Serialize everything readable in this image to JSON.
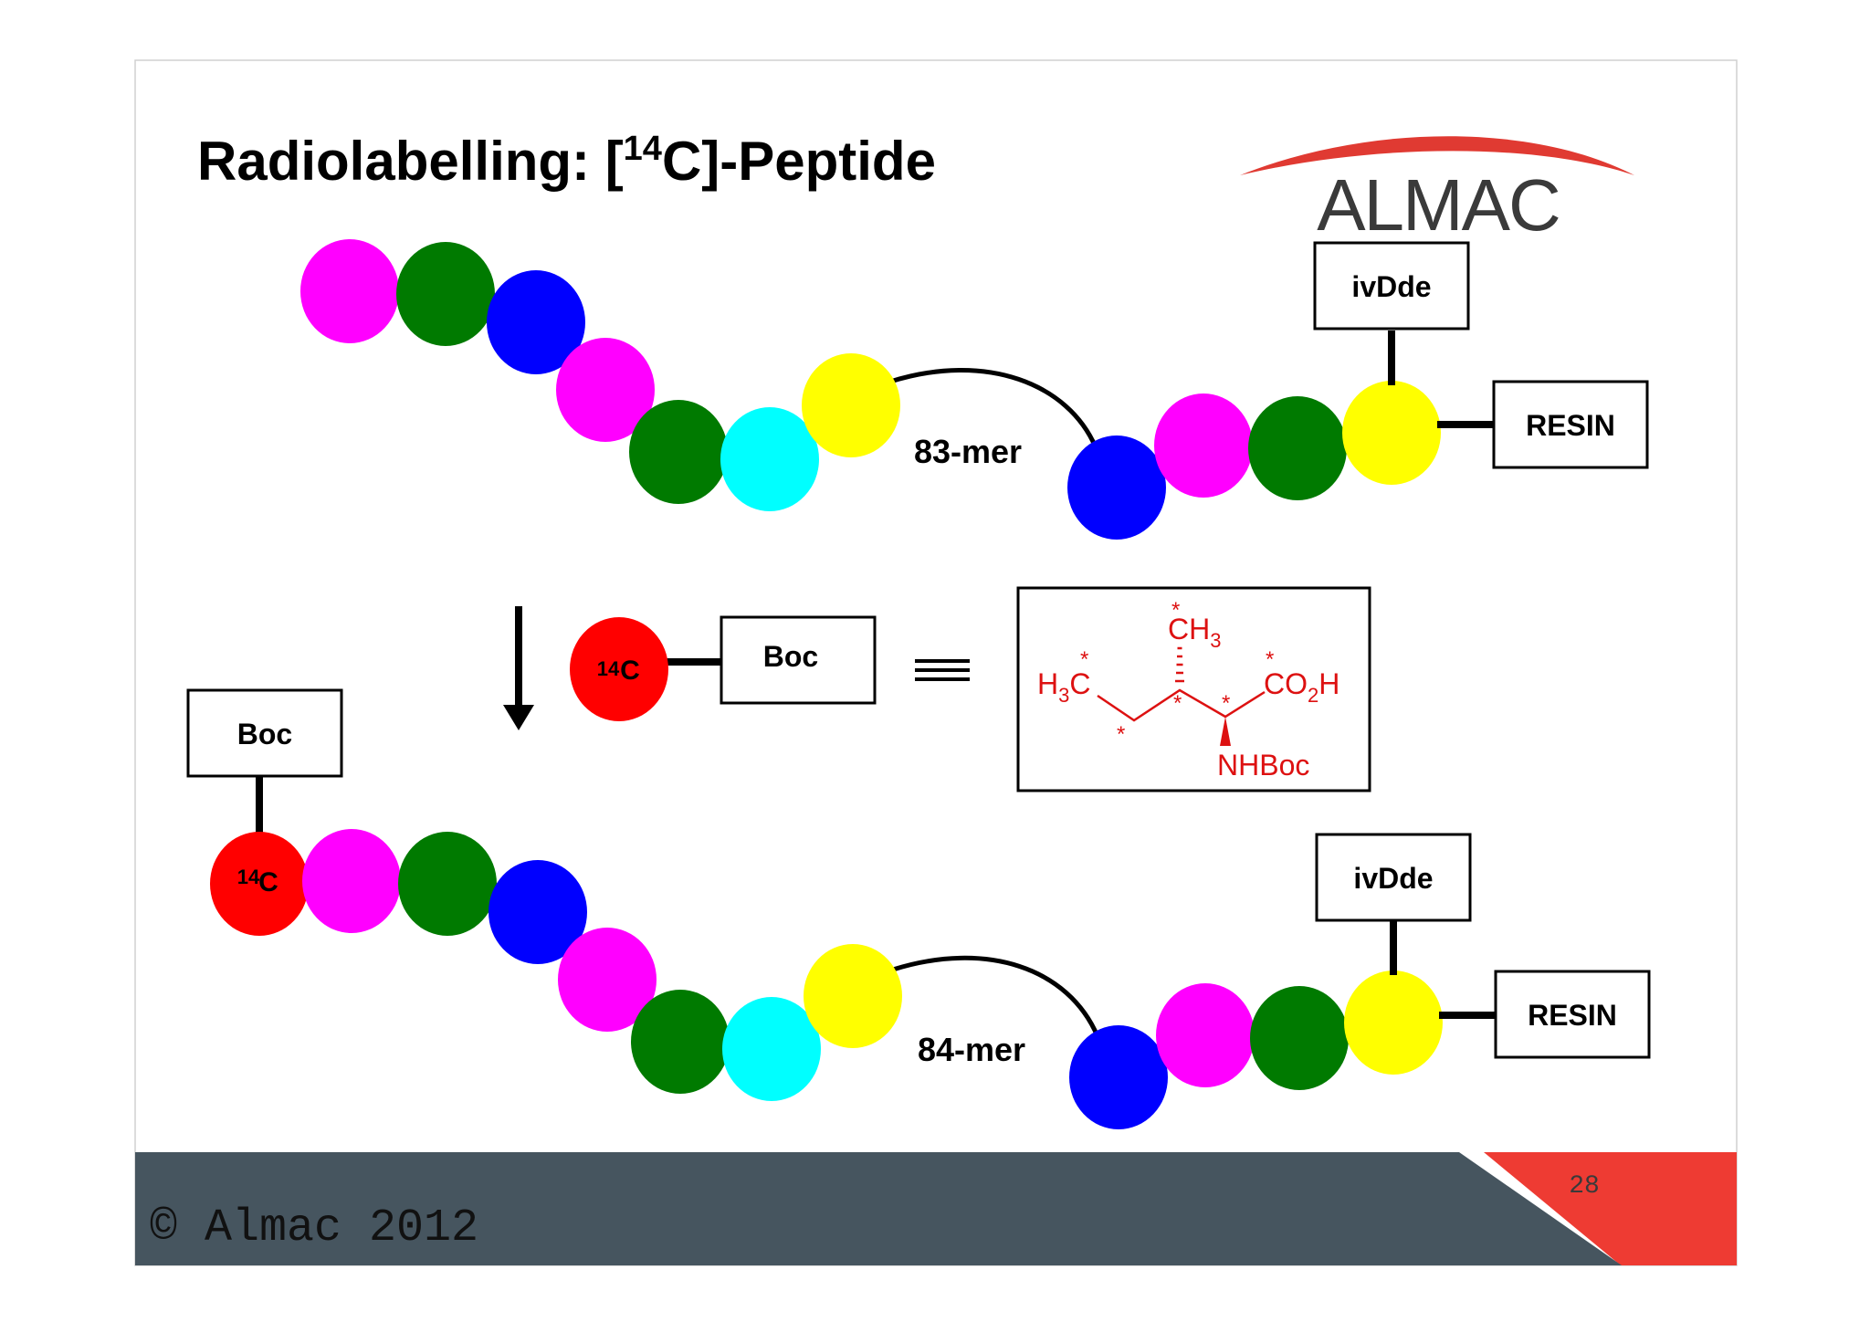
{
  "slide": {
    "title": "Radiolabelling: [14C]-Peptide",
    "title_prefix": "Radiolabelling: [",
    "title_sup": "14",
    "title_suffix": "C]-Peptide",
    "logo_text": "ALMAC",
    "footer_copyright": "© Almac 2012",
    "page_number": "28"
  },
  "top_chain": {
    "mer_label": "83-mer",
    "protect_label": "ivDde",
    "resin_label": "RESIN",
    "bead_colors": [
      "#ff00ff",
      "#007a00",
      "#0000ff",
      "#ff00ff",
      "#007a00",
      "#00ffff",
      "#ffff00",
      "#0000ff",
      "#ff00ff",
      "#007a00",
      "#ffff00"
    ]
  },
  "reagent": {
    "bead_label_sup": "14",
    "bead_label_main": "C",
    "protect_label": "Boc",
    "equiv_symbol": "≡",
    "structure": {
      "ch3_top_main": "CH",
      "ch3_top_sub": "3",
      "h3c_main_a": "H",
      "h3c_sub": "3",
      "h3c_main_b": "C",
      "co2h_a": "CO",
      "co2h_sub": "2",
      "co2h_b": "H",
      "nhboc": "NHBoc",
      "star": "*"
    }
  },
  "bottom_chain": {
    "mer_label": "84-mer",
    "protect_label_left": "Boc",
    "label_sup": "14",
    "label_main": "C",
    "protect_label": "ivDde",
    "resin_label": "RESIN"
  },
  "colors": {
    "magenta": "#ff00ff",
    "green": "#007a00",
    "blue": "#0000ff",
    "cyan": "#00ffff",
    "yellow": "#ffff00",
    "red": "#ff0000",
    "structure_red": "#dd1111",
    "footer_slate": "#46555f",
    "footer_red": "#ee3b33",
    "logo_arc": "#e03a32"
  }
}
